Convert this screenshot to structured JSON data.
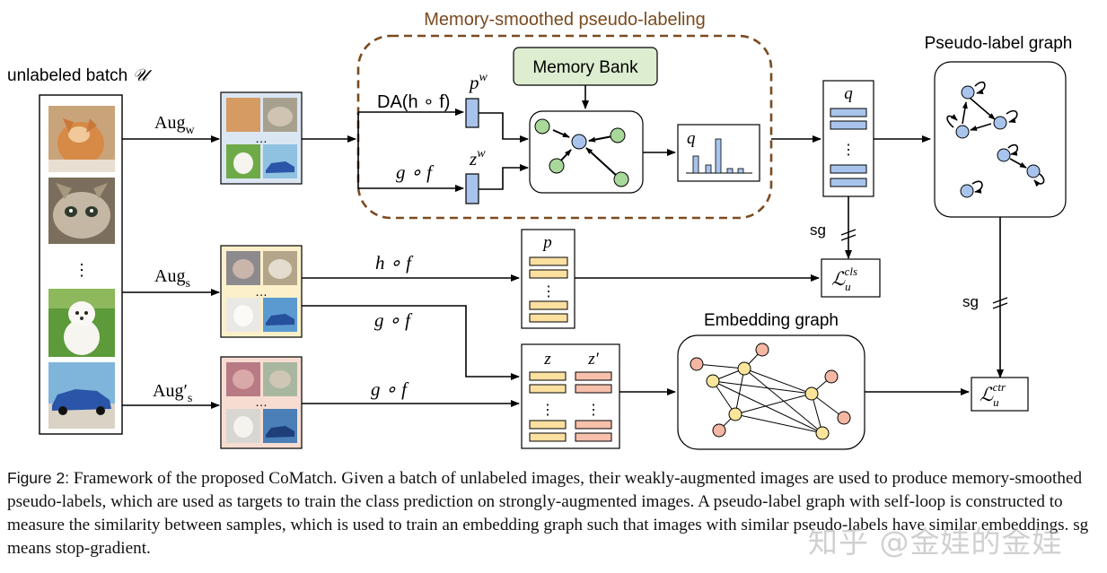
{
  "title": "Memory-smoothed pseudo-labeling",
  "memory_bank": "Memory Bank",
  "batch_label": "unlabeled batch",
  "batch_symbol": "𝒰",
  "aug_weak": {
    "base": "Aug",
    "sub": "w"
  },
  "aug_strong": {
    "base": "Aug",
    "sub": "s"
  },
  "aug_strong2": {
    "base": "Aug′",
    "sub": "s"
  },
  "ellipsis": "⋮",
  "dots": "…",
  "branches": {
    "da": "DA(h ∘ f)",
    "gf": "g ∘ f",
    "hf": "h ∘ f",
    "gf_strong": "g ∘ f",
    "gf_strong2": "g ∘ f"
  },
  "vars": {
    "pw_base": "p",
    "pw_sup": "w",
    "zw_base": "z",
    "zw_sup": "w",
    "q": "q",
    "q2": "q",
    "p": "p",
    "z": "z",
    "zprime": "z′"
  },
  "pseudo_label_graph": "Pseudo-label graph",
  "embedding_graph": "Embedding graph",
  "sg1": "sg",
  "sg2": "sg",
  "loss_cls": {
    "base": "ℒ",
    "sub": "u",
    "sup": "cls"
  },
  "loss_ctr": {
    "base": "ℒ",
    "sub": "u",
    "sup": "ctr"
  },
  "colors": {
    "accent_brown": "#7a4a1f",
    "node_blue": "#a9c3ea",
    "node_green": "#a8d89a",
    "node_yellow": "#fbe59a",
    "node_pink": "#f4b7a4",
    "bar_blue": "#a8c4ec",
    "bar_yellow": "#fbe0a0",
    "bar_pink": "#f6c0ab",
    "memory_fill": "#dcedd0"
  },
  "caption": {
    "label": "Figure 2:",
    "text": "Framework of the proposed CoMatch. Given a batch of unlabeled images, their weakly-augmented images are used to produce memory-smoothed pseudo-labels, which are used as targets to train the class prediction on strongly-augmented images. A pseudo-label graph with self-loop is constructed to measure the similarity between samples, which is used to train an embedding graph such that images with similar pseudo-labels have similar embeddings. sg means stop-gradient."
  },
  "watermark": "知乎 @金娃的金娃"
}
